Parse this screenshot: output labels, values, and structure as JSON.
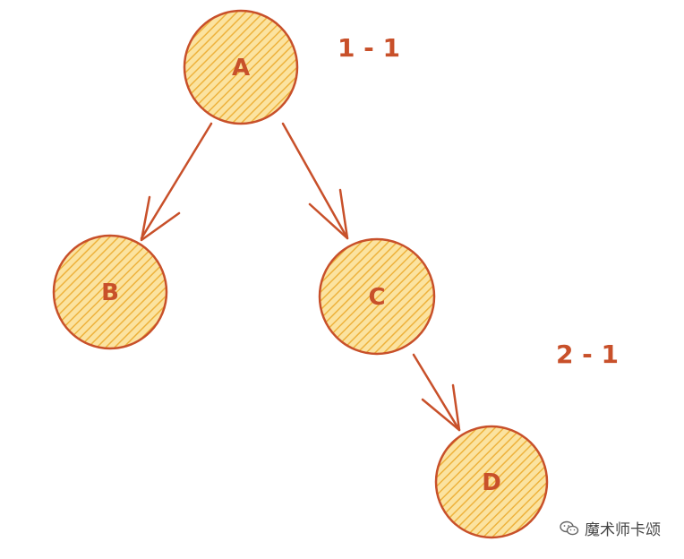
{
  "diagram": {
    "nodes": [
      {
        "id": "A",
        "label": "A"
      },
      {
        "id": "B",
        "label": "B"
      },
      {
        "id": "C",
        "label": "C"
      },
      {
        "id": "D",
        "label": "D"
      }
    ],
    "edges": [
      {
        "from": "A",
        "to": "B"
      },
      {
        "from": "A",
        "to": "C"
      },
      {
        "from": "C",
        "to": "D"
      }
    ],
    "annotations": {
      "top": "1 - 1",
      "middle": "2 - 1"
    },
    "colors": {
      "stroke": "#c8502a",
      "fill": "#f8d67a",
      "hatch": "#eeb23c"
    }
  },
  "watermark": {
    "text": "魔术师卡颂",
    "icon": "wechat-icon"
  }
}
